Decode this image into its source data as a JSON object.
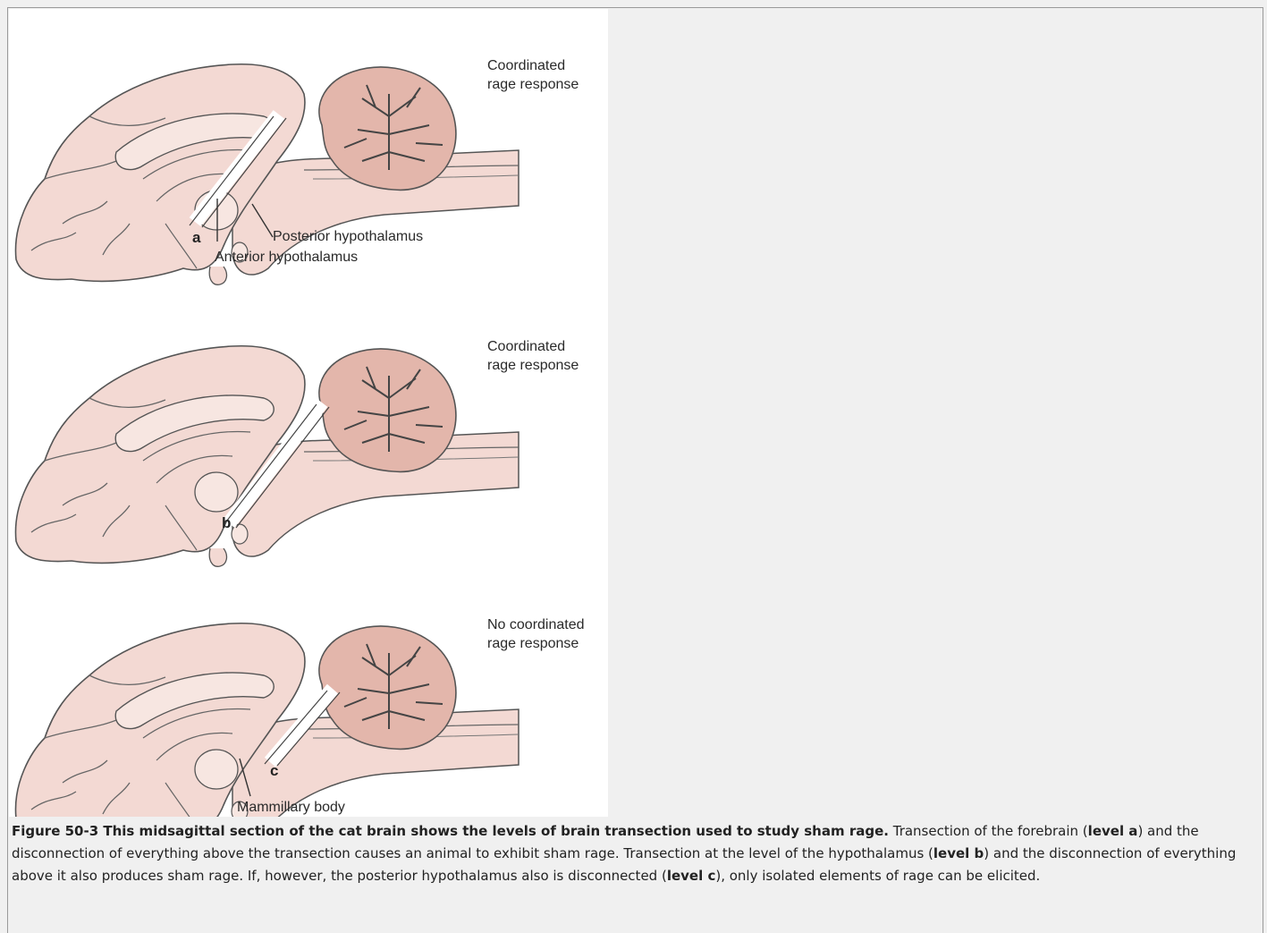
{
  "figure": {
    "panel_a": {
      "response_line1": "Coordinated",
      "response_line2": "rage response",
      "level_letter": "a",
      "label_posterior": "Posterior hypothalamus",
      "label_anterior": "Anterior hypothalamus"
    },
    "panel_b": {
      "response_line1": "Coordinated",
      "response_line2": "rage response",
      "level_letter": "b"
    },
    "panel_c": {
      "response_line1": "No coordinated",
      "response_line2": "rage response",
      "level_letter": "c",
      "label_mammillary": "Mammillary body"
    },
    "colors": {
      "tissue_fill": "#f3d9d3",
      "cerebellum_fill": "#e3b6ab",
      "outline": "#555555"
    }
  },
  "caption": {
    "title": "Figure 50-3 This midsagittal section of the cat brain shows the levels of brain transection used to study sham rage.",
    "t1": " Transection of the forebrain (",
    "level_a": "level a",
    "t2": ") and the disconnection of everything above the transection causes an animal to exhibit sham rage. Transection at the level of the hypothalamus (",
    "level_b": "level b",
    "t3": ") and the disconnection of everything above it also produces sham rage. If, however, the posterior hypothalamus also is disconnected (",
    "level_c": "level c",
    "t4": "), only isolated elements of rage can be elicited."
  }
}
